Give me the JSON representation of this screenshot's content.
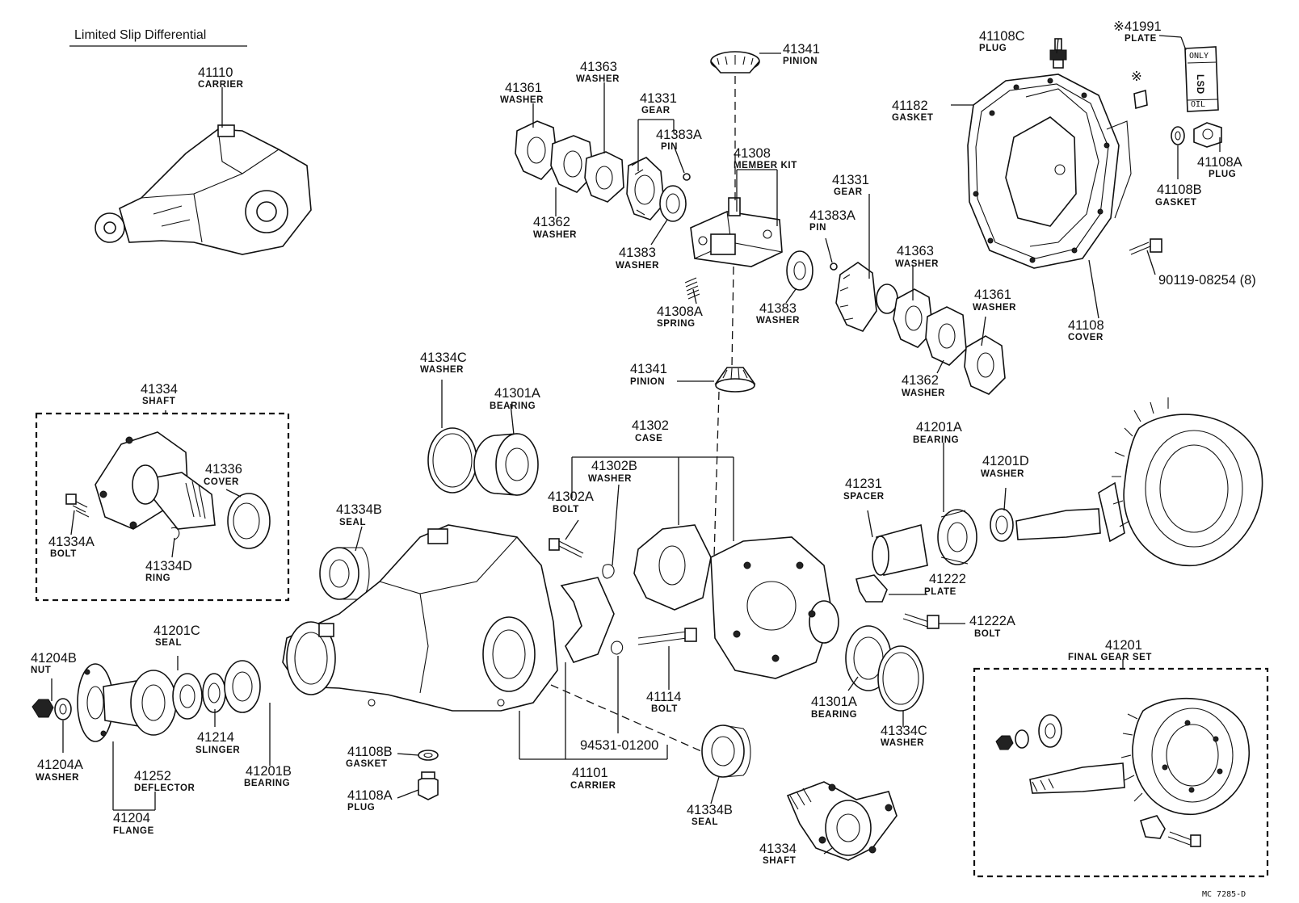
{
  "title": "Limited Slip Differential",
  "figure_code": "MC 7285-D",
  "callouts": [
    {
      "id": "c-41110",
      "number": "41110",
      "label": "CARRIER"
    },
    {
      "id": "c-41361-a",
      "number": "41361",
      "label": "WASHER"
    },
    {
      "id": "c-41363-a",
      "number": "41363",
      "label": "WASHER"
    },
    {
      "id": "c-41331-a",
      "number": "41331",
      "label": "GEAR"
    },
    {
      "id": "c-41383a-a",
      "number": "41383A",
      "label": "PIN"
    },
    {
      "id": "c-41362-a",
      "number": "41362",
      "label": "WASHER"
    },
    {
      "id": "c-41383-a",
      "number": "41383",
      "label": "WASHER"
    },
    {
      "id": "c-41341-a",
      "number": "41341",
      "label": "PINION"
    },
    {
      "id": "c-41308",
      "number": "41308",
      "label": "MEMBER KIT"
    },
    {
      "id": "c-41308a",
      "number": "41308A",
      "label": "SPRING"
    },
    {
      "id": "c-41383-b",
      "number": "41383",
      "label": "WASHER"
    },
    {
      "id": "c-41331-b",
      "number": "41331",
      "label": "GEAR"
    },
    {
      "id": "c-41383a-b",
      "number": "41383A",
      "label": "PIN"
    },
    {
      "id": "c-41363-b",
      "number": "41363",
      "label": "WASHER"
    },
    {
      "id": "c-41361-b",
      "number": "41361",
      "label": "WASHER"
    },
    {
      "id": "c-41362-b",
      "number": "41362",
      "label": "WASHER"
    },
    {
      "id": "c-41108c",
      "number": "41108C",
      "label": "PLUG"
    },
    {
      "id": "c-41991",
      "number": "※41991",
      "label": "PLATE"
    },
    {
      "id": "c-41182",
      "number": "41182",
      "label": "GASKET"
    },
    {
      "id": "c-41108b-a",
      "number": "41108B",
      "label": "GASKET"
    },
    {
      "id": "c-41108a-a",
      "number": "41108A",
      "label": "PLUG"
    },
    {
      "id": "c-90119",
      "number": "90119-08254 (8)",
      "label": ""
    },
    {
      "id": "c-41108",
      "number": "41108",
      "label": "COVER"
    },
    {
      "id": "c-41334-a",
      "number": "41334",
      "label": "SHAFT"
    },
    {
      "id": "c-41336",
      "number": "41336",
      "label": "COVER"
    },
    {
      "id": "c-41334a",
      "number": "41334A",
      "label": "BOLT"
    },
    {
      "id": "c-41334d",
      "number": "41334D",
      "label": "RING"
    },
    {
      "id": "c-41334c-a",
      "number": "41334C",
      "label": "WASHER"
    },
    {
      "id": "c-41301a-a",
      "number": "41301A",
      "label": "BEARING"
    },
    {
      "id": "c-41341-b",
      "number": "41341",
      "label": "PINION"
    },
    {
      "id": "c-41302",
      "number": "41302",
      "label": "CASE"
    },
    {
      "id": "c-41302b",
      "number": "41302B",
      "label": "WASHER"
    },
    {
      "id": "c-41302a",
      "number": "41302A",
      "label": "BOLT"
    },
    {
      "id": "c-41334b-a",
      "number": "41334B",
      "label": "SEAL"
    },
    {
      "id": "c-41201a",
      "number": "41201A",
      "label": "BEARING"
    },
    {
      "id": "c-41201d",
      "number": "41201D",
      "label": "WASHER"
    },
    {
      "id": "c-41231",
      "number": "41231",
      "label": "SPACER"
    },
    {
      "id": "c-41222",
      "number": "41222",
      "label": "PLATE"
    },
    {
      "id": "c-41222a",
      "number": "41222A",
      "label": "BOLT"
    },
    {
      "id": "c-41204b",
      "number": "41204B",
      "label": "NUT"
    },
    {
      "id": "c-41201c",
      "number": "41201C",
      "label": "SEAL"
    },
    {
      "id": "c-41214",
      "number": "41214",
      "label": "SLINGER"
    },
    {
      "id": "c-41201b",
      "number": "41201B",
      "label": "BEARING"
    },
    {
      "id": "c-41204a",
      "number": "41204A",
      "label": "WASHER"
    },
    {
      "id": "c-41252",
      "number": "41252",
      "label": "DEFLECTOR"
    },
    {
      "id": "c-41204",
      "number": "41204",
      "label": "FLANGE"
    },
    {
      "id": "c-41114",
      "number": "41114",
      "label": "BOLT"
    },
    {
      "id": "c-94531",
      "number": "94531-01200",
      "label": ""
    },
    {
      "id": "c-41101",
      "number": "41101",
      "label": "CARRIER"
    },
    {
      "id": "c-41108b-b",
      "number": "41108B",
      "label": "GASKET"
    },
    {
      "id": "c-41108a-b",
      "number": "41108A",
      "label": "PLUG"
    },
    {
      "id": "c-41301a-b",
      "number": "41301A",
      "label": "BEARING"
    },
    {
      "id": "c-41334c-b",
      "number": "41334C",
      "label": "WASHER"
    },
    {
      "id": "c-41334b-b",
      "number": "41334B",
      "label": "SEAL"
    },
    {
      "id": "c-41334-b",
      "number": "41334",
      "label": "SHAFT"
    },
    {
      "id": "c-41201",
      "number": "41201",
      "label": "FINAL GEAR SET"
    }
  ],
  "plate_marking": {
    "top": "ONLY",
    "middle": "LSD",
    "bottom": "OIL"
  },
  "note_mark": "※"
}
